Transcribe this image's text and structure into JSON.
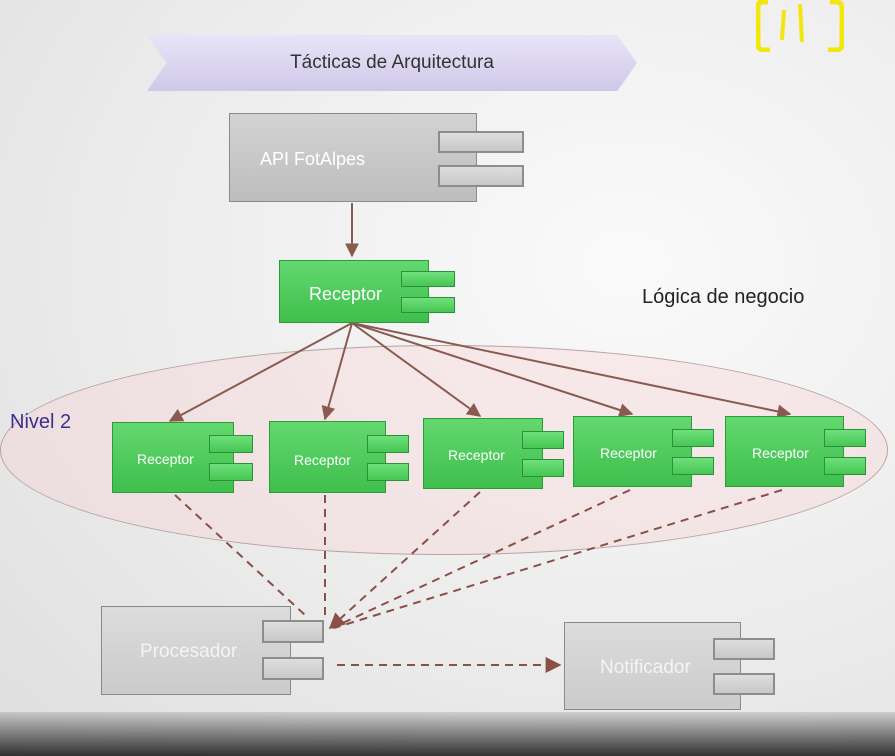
{
  "title": "Tácticas de Arquitectura",
  "labels": {
    "logic_layer": "Lógica de negocio",
    "level": "Nivel 2"
  },
  "components": {
    "api": "API FotAlpes",
    "receptor_main": "Receptor",
    "receptors": [
      "Receptor",
      "Receptor",
      "Receptor",
      "Receptor",
      "Receptor"
    ],
    "processor": "Procesador",
    "notifier": "Notificador"
  },
  "colors": {
    "component_green": "#4cc95a",
    "component_gray": "#c6c6c6",
    "arrow_solid": "#8a5a50",
    "arrow_dashed": "#8a5046",
    "level_label": "#3b2f8f",
    "ellipse_fill": "#f6dcdc"
  }
}
